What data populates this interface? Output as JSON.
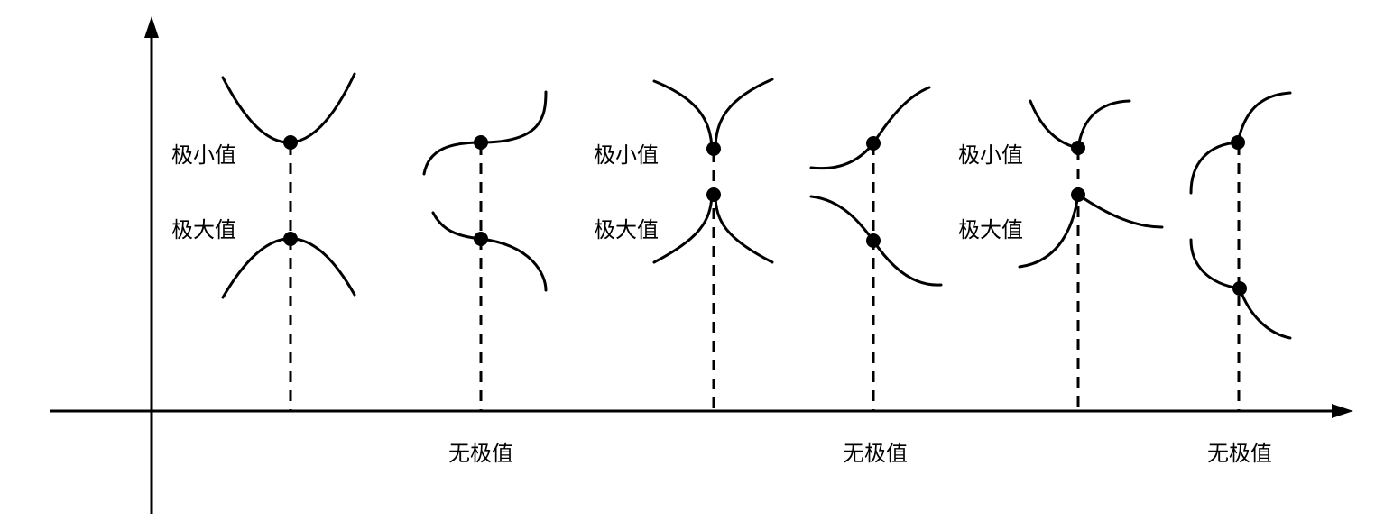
{
  "labels": {
    "min": "极小值",
    "max": "极大值",
    "none": "无极值"
  },
  "cases": [
    {
      "id": "smooth-extrema",
      "has_extremum": true
    },
    {
      "id": "smooth-inflection",
      "has_extremum": false
    },
    {
      "id": "cusp-extrema",
      "has_extremum": true
    },
    {
      "id": "corner-inflection",
      "has_extremum": false
    },
    {
      "id": "corner-extrema",
      "has_extremum": true
    },
    {
      "id": "vertical-tangent",
      "has_extremum": false
    }
  ],
  "colors": {
    "stroke": "#000000",
    "background": "#ffffff"
  }
}
